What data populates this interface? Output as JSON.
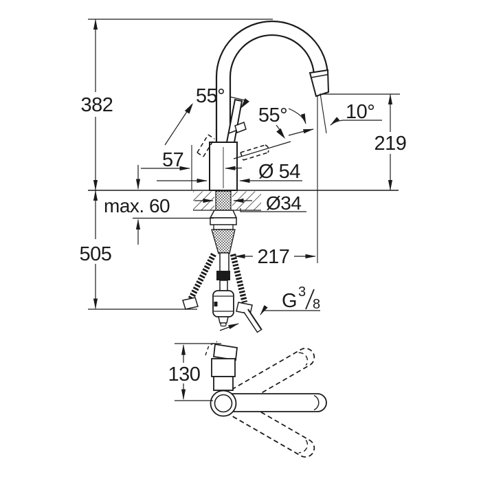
{
  "meta": {
    "type": "technical dimension drawing",
    "subject": "single-lever kitchen mixer tap with high C-spout and pull-out spray, side elevation and top view",
    "background": "#ffffff",
    "line_color": "#1b1b1b"
  },
  "labels": {
    "total_height": "382",
    "under_counter_height": "505",
    "max_counter_thickness": "max. 60",
    "hole_diameter": "Ø34",
    "handle_projection": "57",
    "body_diameter": "Ø 54",
    "handle_angle_front": "55°",
    "handle_angle_side": "55°",
    "spray_angle": "10°",
    "spout_outlet_height": "219",
    "spout_reach": "217",
    "thread_base": "G",
    "thread_numerator": "3",
    "thread_denominator": "8",
    "swivel_height": "130"
  }
}
